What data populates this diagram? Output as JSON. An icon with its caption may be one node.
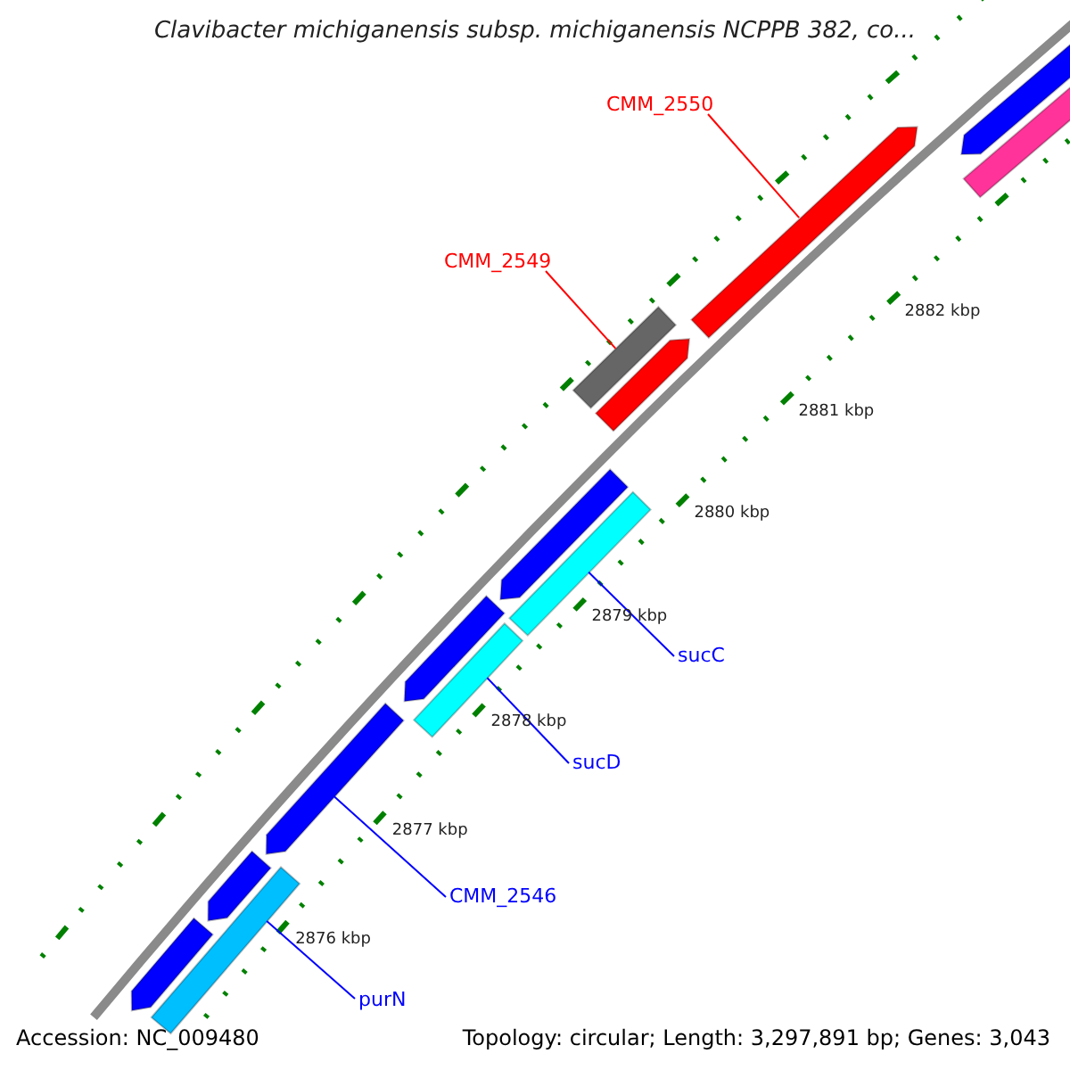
{
  "diagram": {
    "title": "Clavibacter michiganensis subsp. michiganensis NCPPB 382, co...",
    "nodes": [
      {
        "text": [
          "CMM_2550"
        ]
      },
      {
        "text": [
          "CMM_2549"
        ]
      },
      {
        "text": [
          "sucC"
        ]
      },
      {
        "text": [
          "sucD"
        ]
      },
      {
        "text": [
          "CMM_2546"
        ]
      },
      {
        "text": [
          "purN"
        ]
      },
      {
        "text": [],
        "shape": "bar"
      },
      {
        "text": [],
        "shape": "bar"
      },
      {
        "text": [],
        "shape": "bar"
      },
      {
        "text": [],
        "shape": "bar"
      },
      {
        "text": [],
        "shape": "bar"
      },
      {
        "text": [],
        "shape": "bar"
      },
      {
        "text": [],
        "shape": "bar"
      },
      {
        "text": [],
        "shape": "bar"
      },
      {
        "text": [],
        "shape": "bar"
      },
      {
        "text": [],
        "shape": "bar"
      },
      {
        "text": [],
        "shape": "bar"
      },
      {
        "text": [],
        "shape": "bar"
      },
      {
        "text": [],
        "shape": "bar"
      }
    ],
    "edges": [
      {
        "from": 0,
        "to": 6,
        "arrow": "none",
        "color": "#ff0000"
      },
      {
        "from": 1,
        "to": 7,
        "arrow": "none",
        "color": "#ff0000"
      },
      {
        "from": 2,
        "to": 16,
        "arrow": "none"
      },
      {
        "from": 3,
        "to": 17,
        "arrow": "none"
      },
      {
        "from": 4,
        "to": 13,
        "arrow": "none"
      },
      {
        "from": 5,
        "to": 18,
        "arrow": "none"
      }
    ],
    "labels": [
      "2882 kbp",
      "2881 kbp",
      "2880 kbp",
      "2879 kbp",
      "2878 kbp",
      "2877 kbp",
      "2876 kbp",
      "Accession: NC_009480",
      "Topology: circular; Length: 3,297,891 bp; Genes: 3,043"
    ]
  }
}
